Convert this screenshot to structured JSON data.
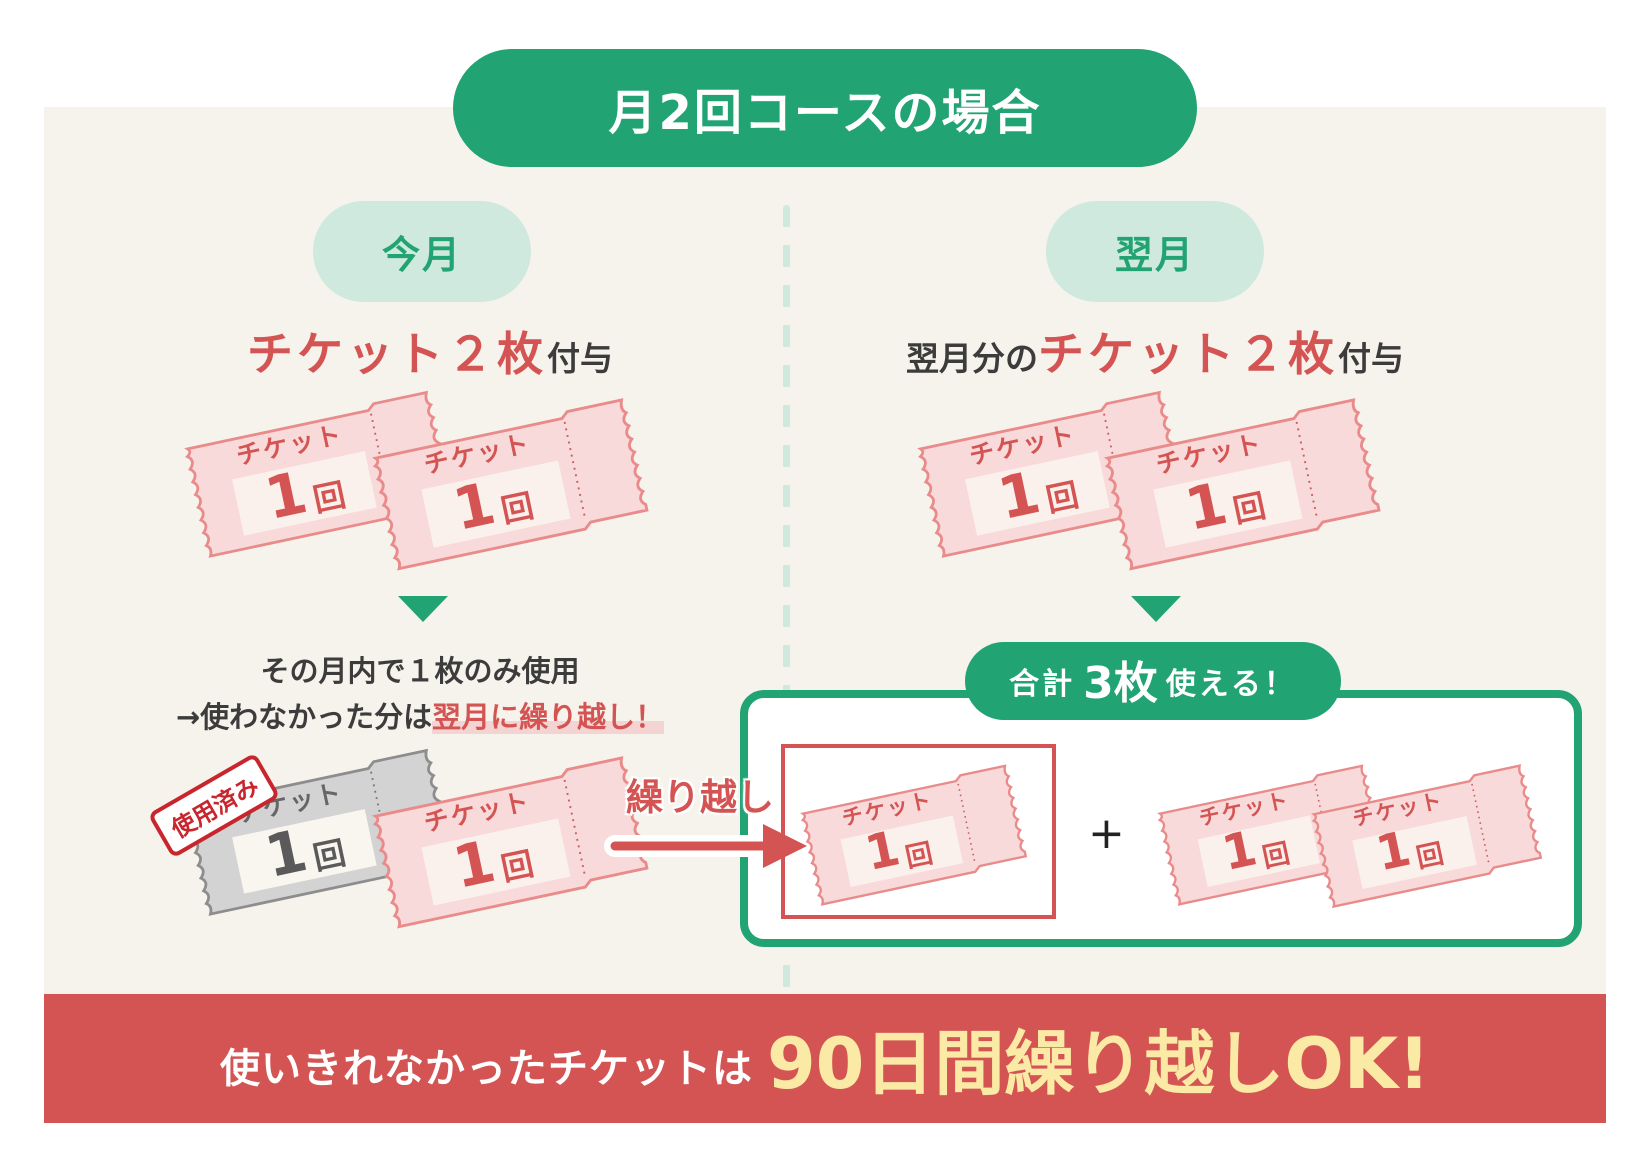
{
  "title": "月2回コースの場合",
  "colors": {
    "green": "#21a374",
    "light_green": "#cfe9df",
    "red": "#d45453",
    "ticket_fill": "#f8dada",
    "ticket_stroke": "#e98b8b",
    "used_fill": "#d3d3d3",
    "used_stroke": "#8d8d8d",
    "panel_bg": "#f6f3ec",
    "highlight_yellow": "#fbe9a6"
  },
  "left": {
    "month_label": "今月",
    "headline_red": "チケット２枚",
    "headline_dark": "付与",
    "note_line1": "その月内で１枚のみ使用",
    "note_line2_prefix": "→使わなかった分は",
    "note_line2_highlight": "翌月に繰り越し！",
    "used_stamp": "使用済み",
    "carry_over_label": "繰り越し"
  },
  "right": {
    "month_label": "翌月",
    "headline_prefix": "翌月分の",
    "headline_red": "チケット２枚",
    "headline_dark": "付与",
    "total_prefix": "合計",
    "total_number": "3枚",
    "total_suffix": "使える！",
    "plus_sign": "+"
  },
  "ticket": {
    "label": "チケット",
    "count": "1",
    "unit": "回"
  },
  "footer": {
    "prefix": "使いきれなかったチケットは",
    "highlight": "90日間繰り越しOK!"
  }
}
